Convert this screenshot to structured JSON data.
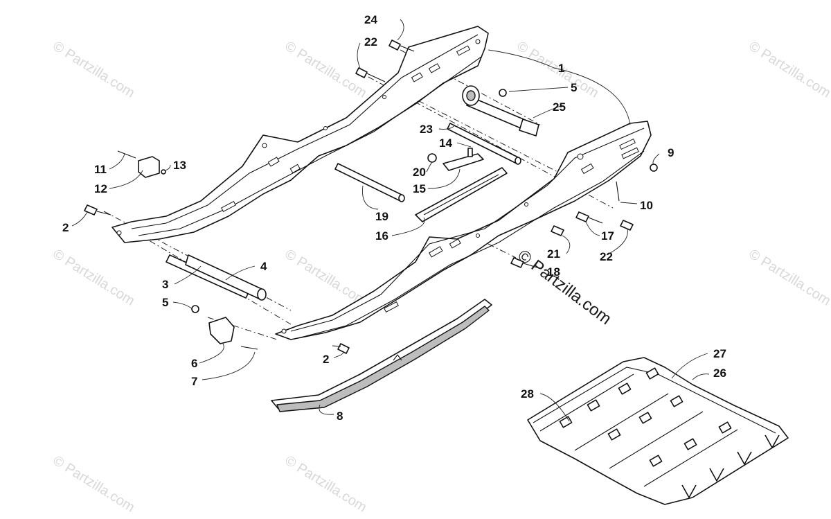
{
  "diagram": {
    "callouts": [
      {
        "id": "c24",
        "label": "24"
      },
      {
        "id": "c22a",
        "label": "22"
      },
      {
        "id": "c1",
        "label": "1"
      },
      {
        "id": "c5a",
        "label": "5"
      },
      {
        "id": "c25",
        "label": "25"
      },
      {
        "id": "c23",
        "label": "23"
      },
      {
        "id": "c14",
        "label": "14"
      },
      {
        "id": "c20",
        "label": "20"
      },
      {
        "id": "c15",
        "label": "15"
      },
      {
        "id": "c9",
        "label": "9"
      },
      {
        "id": "c10",
        "label": "10"
      },
      {
        "id": "c11",
        "label": "11"
      },
      {
        "id": "c13",
        "label": "13"
      },
      {
        "id": "c12",
        "label": "12"
      },
      {
        "id": "c2a",
        "label": "2"
      },
      {
        "id": "c19",
        "label": "19"
      },
      {
        "id": "c16",
        "label": "16"
      },
      {
        "id": "c17",
        "label": "17"
      },
      {
        "id": "c22b",
        "label": "22"
      },
      {
        "id": "c21",
        "label": "21"
      },
      {
        "id": "c18",
        "label": "18"
      },
      {
        "id": "c4",
        "label": "4"
      },
      {
        "id": "c3",
        "label": "3"
      },
      {
        "id": "c5b",
        "label": "5"
      },
      {
        "id": "c6",
        "label": "6"
      },
      {
        "id": "c7",
        "label": "7"
      },
      {
        "id": "c2b",
        "label": "2"
      },
      {
        "id": "c8",
        "label": "8"
      },
      {
        "id": "c27",
        "label": "27"
      },
      {
        "id": "c26",
        "label": "26"
      },
      {
        "id": "c28",
        "label": "28"
      }
    ]
  },
  "watermark": {
    "main": "© Partzilla.com",
    "tile": "© Partzilla.com"
  },
  "colors": {
    "line": "#111111",
    "watermark_tile": "#d8d8d8",
    "background": "#ffffff"
  }
}
